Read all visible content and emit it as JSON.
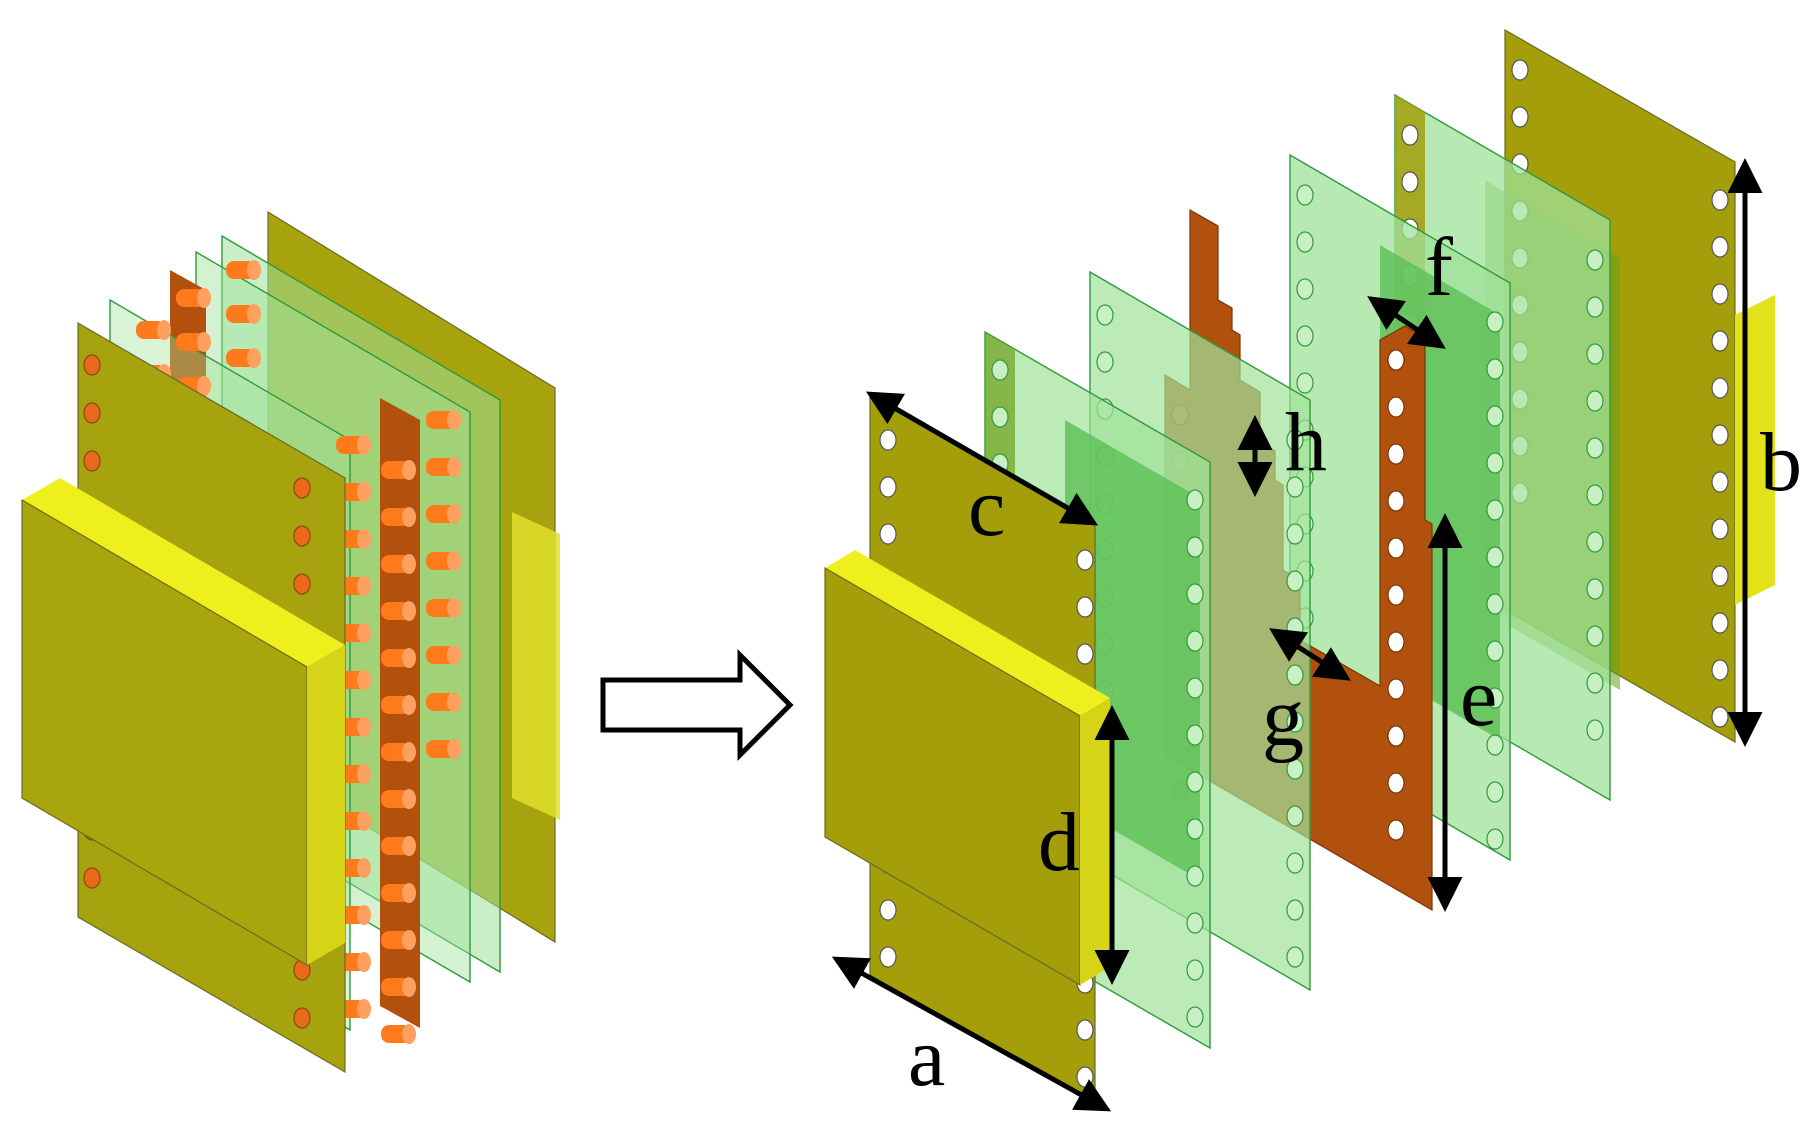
{
  "figure": {
    "dimension_labels": {
      "a": "a",
      "b": "b",
      "c": "c",
      "d": "d",
      "e": "e",
      "f": "f",
      "g": "g",
      "h": "h"
    },
    "colors": {
      "background": "#ffffff",
      "olive_plate": "#a39e0a",
      "olive_dark": "#8a8608",
      "yellow_bar": "#e8e81a",
      "glass_green": "#8fdc8f",
      "glass_green_dark": "#5cbf55",
      "copper": "#b2500e",
      "via_orange": "#ff7a1a",
      "arrow": "#000000"
    },
    "elements": {
      "left_view": "assembled-structure",
      "transition": "hollow-right-arrow",
      "right_view": "exploded-layer-stack"
    }
  }
}
